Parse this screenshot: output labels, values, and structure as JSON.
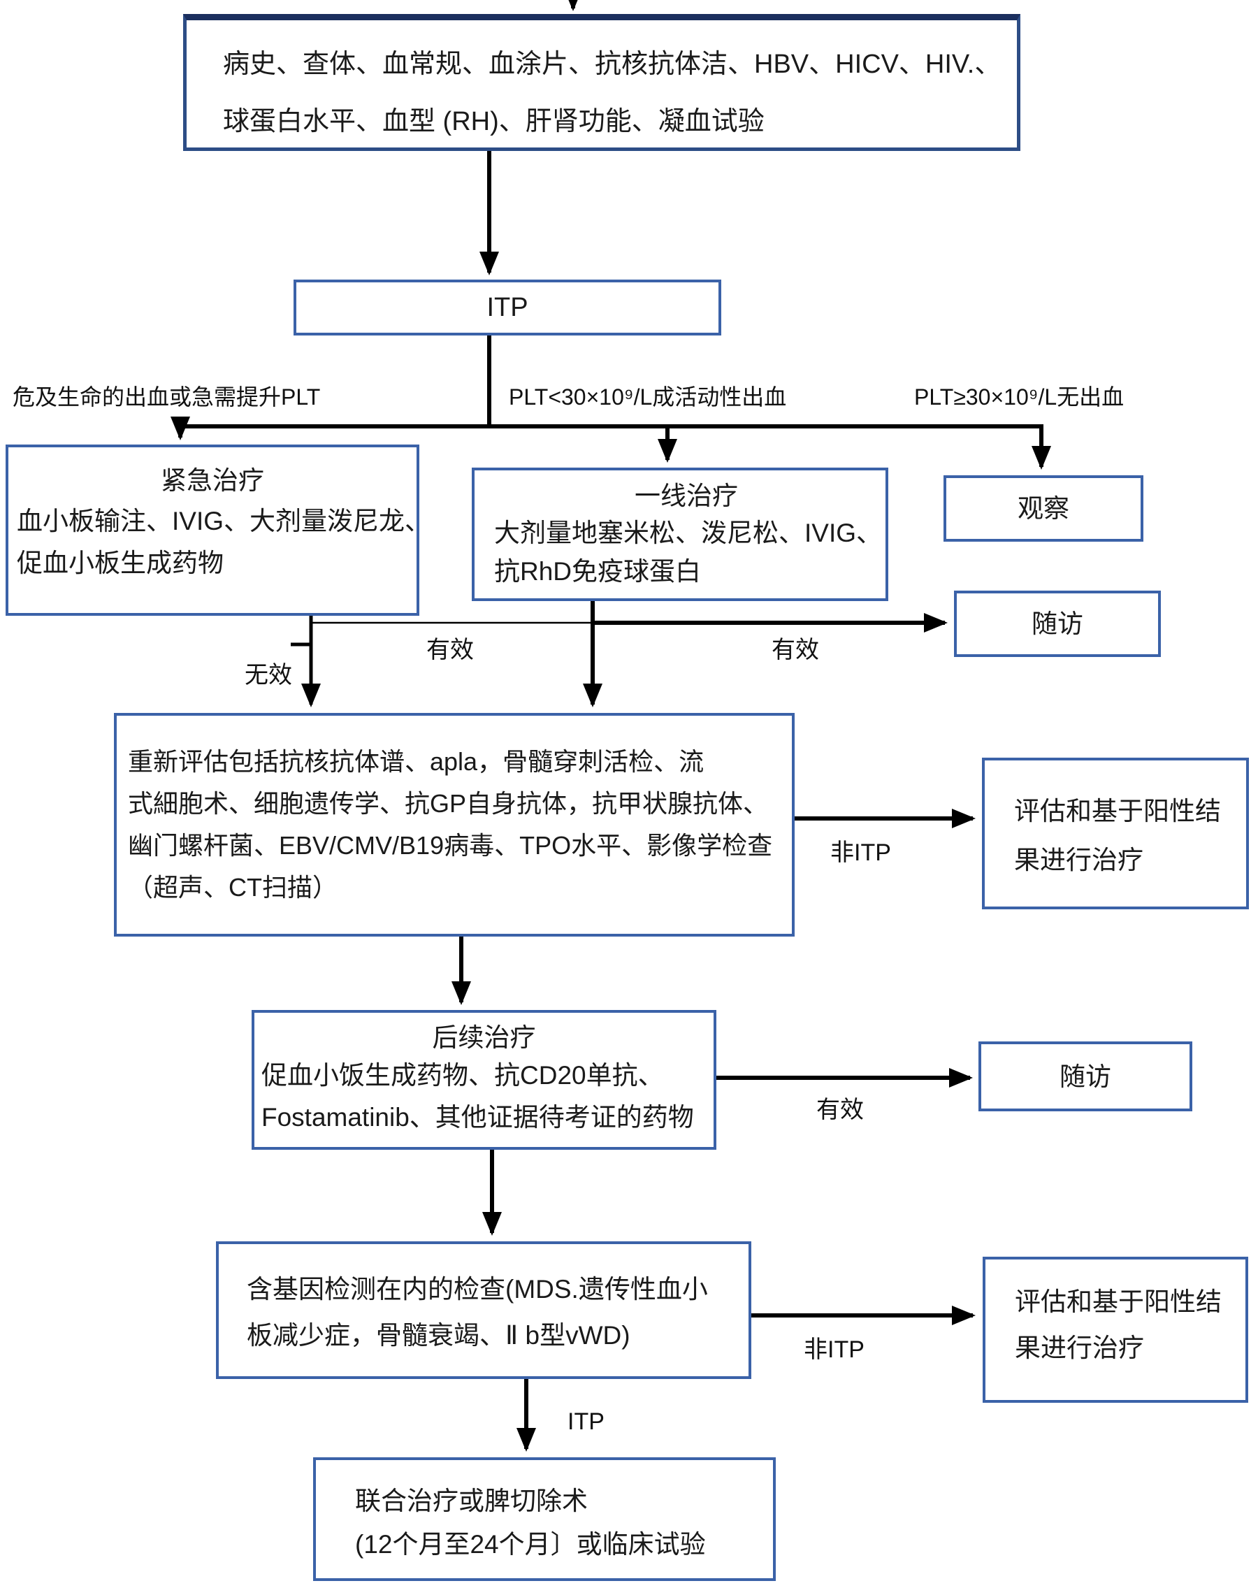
{
  "colors": {
    "box_border": "#3b62a8",
    "dark_border": "#1b2f5e",
    "connector": "#000000",
    "background": "#ffffff",
    "text": "#1a1a1a"
  },
  "nodes": {
    "initial_workup": {
      "line1": "病史、查体、血常规、血涂片、抗核抗体洁、HBV、HICV、HIV.、",
      "line2": "球蛋白水平、血型 (RH)、肝肾功能、凝血试验"
    },
    "itp": {
      "label": "ITP"
    },
    "emergency": {
      "title": "紧急治疗",
      "line1": "血小板输注、IVIG、大剂量泼尼龙、",
      "line2": "促血小板生成药物"
    },
    "first_line": {
      "title": "一线治疗",
      "line1": "大剂量地塞米松、泼尼松、IVIG、",
      "line2": "抗RhD免疫球蛋白"
    },
    "observe": {
      "label": "观察"
    },
    "follow_up_1": {
      "label": "随访"
    },
    "reassessment": {
      "line1": "重新评估包括抗核抗体谱、apla，骨髓穿刺活检、流",
      "line2": "式細胞术、细胞遗传学、抗GP自身抗体，抗甲状腺抗体、",
      "line3": "幽门螺杆菌、EBV/CMV/B19病毒、TPO水平、影像学检查",
      "line4": "（超声、CT扫描）"
    },
    "treat_positive_1": {
      "line1": "评估和基于阳性结",
      "line2": "果进行治疗"
    },
    "subsequent": {
      "title": "后续治疗",
      "line1": "促血小饭生成药物、抗CD20单抗、",
      "line2": "Fostamatinib、其他证据待考证的药物"
    },
    "follow_up_2": {
      "label": "随访"
    },
    "genetic_testing": {
      "line1": "含基因检测在内的检查(MDS.遗传性血小",
      "line2": "板减少症，骨髓衰竭、Ⅱ b型vWD)"
    },
    "treat_positive_2": {
      "line1": "评估和基于阳性结",
      "line2": "果进行治疗"
    },
    "combination": {
      "line1": "联合治疗或脾切除术",
      "line2": "(12个月至24个月〕或临床试验"
    }
  },
  "edge_labels": {
    "life_threatening": "危及生命的出血或急需提升PLT",
    "plt_low": "PLT<30×10⁹/L成活动性出血",
    "plt_high": "PLT≥30×10⁹/L无出血",
    "effective_1": "有效",
    "effective_2": "有效",
    "ineffective": "无效",
    "non_itp_1": "非ITP",
    "effective_3": "有效",
    "non_itp_2": "非ITP",
    "itp_result": "ITP"
  }
}
